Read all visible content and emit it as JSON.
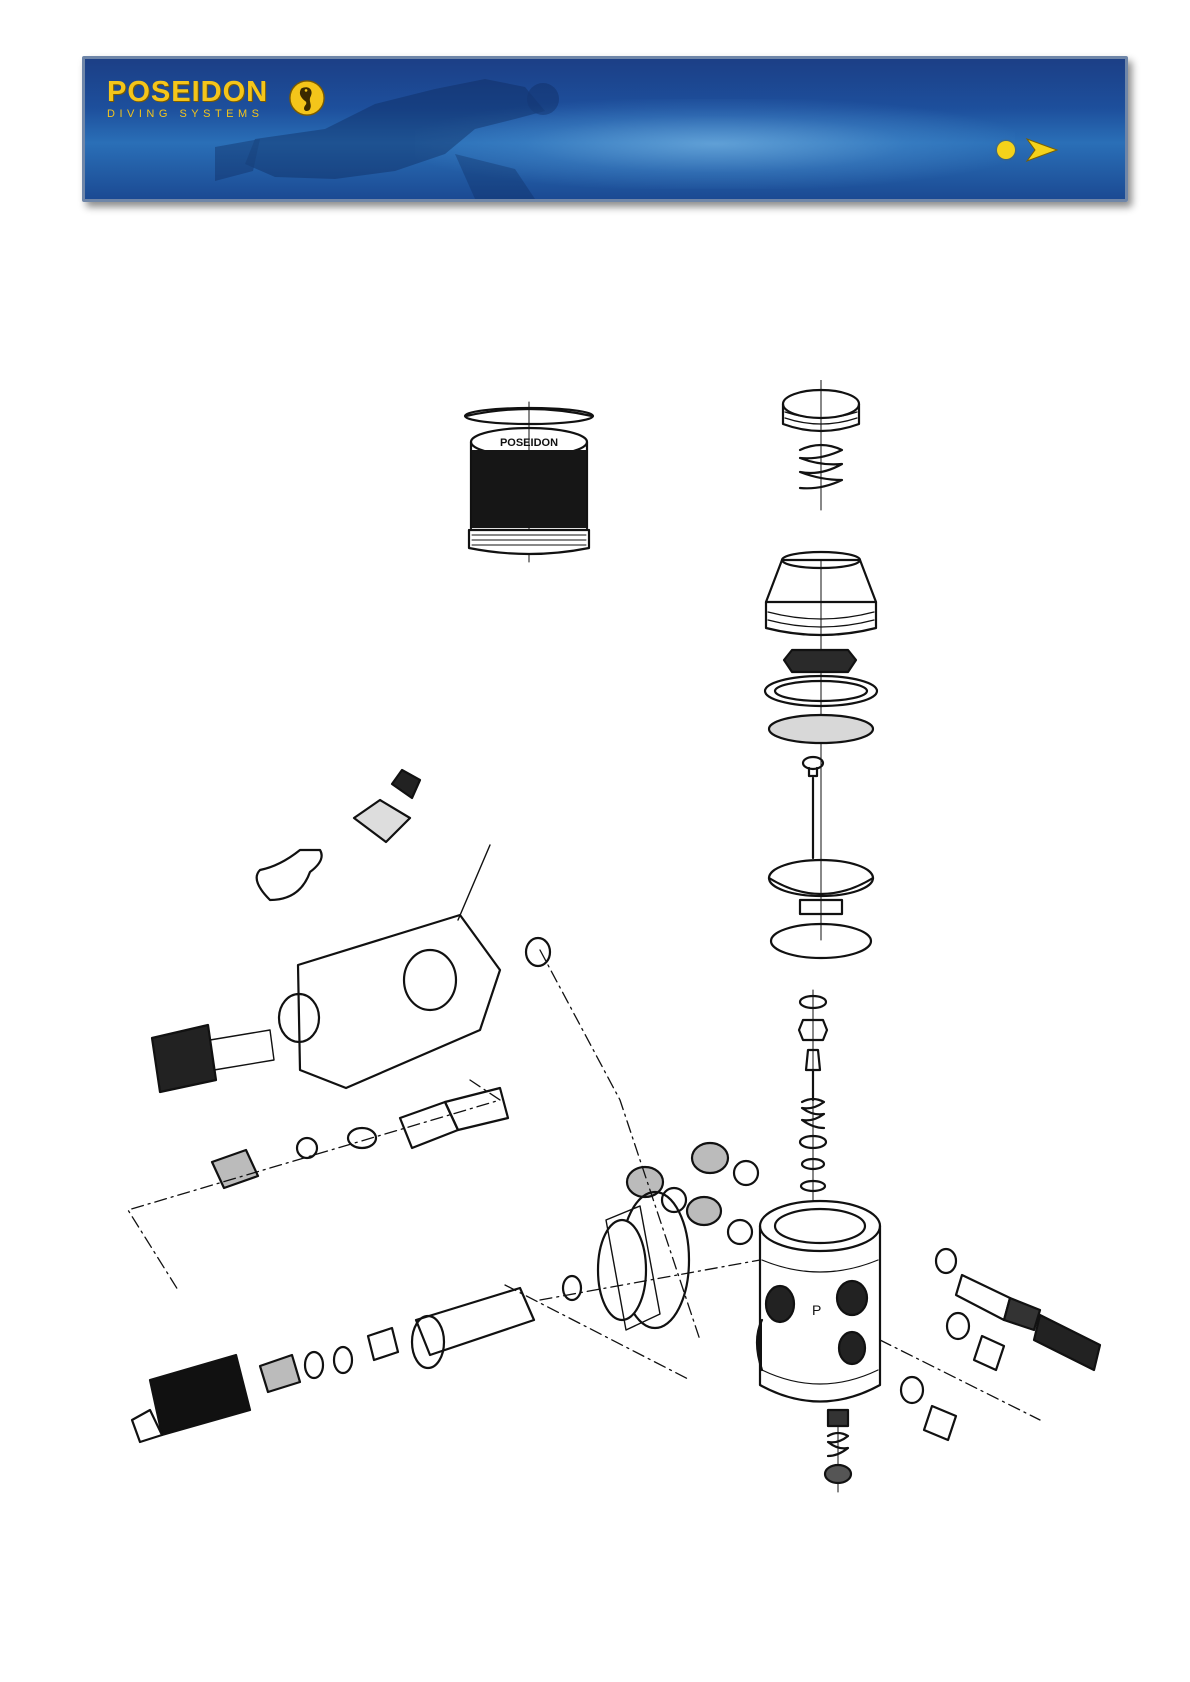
{
  "header": {
    "brand_name": "POSEIDON",
    "brand_tagline": "DIVING SYSTEMS",
    "logo_icon": "seahorse-icon",
    "nav_dot_icon": "dot-icon",
    "nav_next_icon": "arrow-right-icon",
    "colors": {
      "banner_blue": "#1d4f9c",
      "brand_yellow": "#f4c51a"
    }
  },
  "diagram": {
    "body_marking": "P",
    "cover_text": "POSEIDON"
  }
}
